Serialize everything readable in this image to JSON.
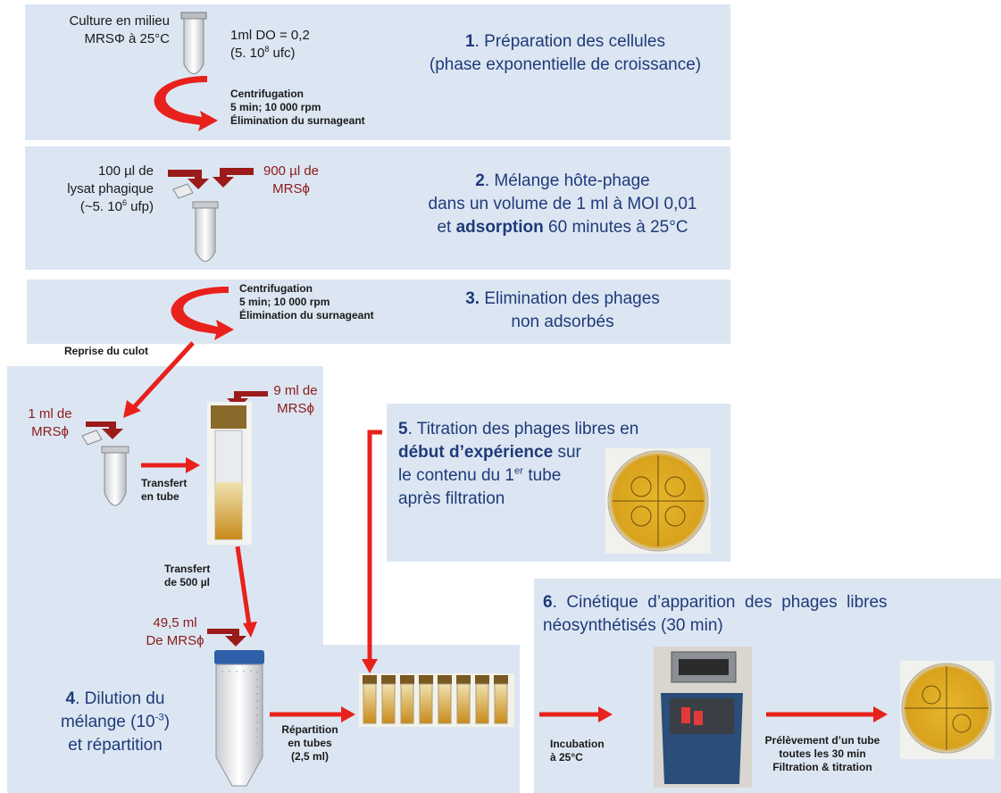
{
  "step1": {
    "culture_line1": "Culture en milieu",
    "culture_line2": "MRSΦ à 25°C",
    "sample_line1": "1ml DO = 0,2",
    "sample_line2_pre": "(5. 10",
    "sample_line2_exp": "8",
    "sample_line2_post": " ufc)",
    "title_num": "1",
    "title_text": ". Préparation des cellules",
    "subtitle": "(phase exponentielle de croissance)",
    "centri_line1": "Centrifugation",
    "centri_line2": "5 min; 10 000 rpm",
    "centri_line3": "Élimination du surnageant"
  },
  "step2": {
    "lysat_line1": "100 µl de",
    "lysat_line2": "lysat phagique",
    "lysat_line3_pre": "(~5. 10",
    "lysat_line3_exp": "6",
    "lysat_line3_post": " ufp)",
    "mrs_line1": "900 µl de",
    "mrs_line2": "MRSϕ",
    "title_num": "2",
    "title_text": ". Mélange hôte-phage",
    "line2": "dans un volume de 1 ml à MOI 0,01",
    "line3_pre": "et ",
    "line3_highlight": "adsorption",
    "line3_post": " 60 minutes à 25°C"
  },
  "step3": {
    "centri_line1": "Centrifugation",
    "centri_line2": "5 min; 10 000 rpm",
    "centri_line3": "Élimination du surnageant",
    "title_num": "3.",
    "title_text": " Elimination des phages",
    "line2": "non adsorbés",
    "reprise": "Reprise du culot"
  },
  "step4": {
    "mrs1_line1": "1 ml de",
    "mrs1_line2": "MRSϕ",
    "mrs9_line1": "9 ml de",
    "mrs9_line2": "MRSϕ",
    "transfert_tube_line1": "Transfert",
    "transfert_tube_line2": "en tube",
    "transfert500_line1": "Transfert",
    "transfert500_line2": "de 500 µl",
    "mrs49_line1": "49,5 ml",
    "mrs49_line2": "De MRSϕ",
    "title_num": "4",
    "title_text": ". Dilution du",
    "line2_pre": "mélange (10",
    "line2_exp": "-3",
    "line2_post": ")",
    "line3": "et répartition",
    "repartition_line1": "Répartition",
    "repartition_line2": "en tubes",
    "repartition_line3": "(2,5 ml)"
  },
  "step5": {
    "title_num": "5",
    "title_text": ". Titration des phages libres en",
    "line2_pre": "début d’expérience",
    "line2_post": " sur",
    "line3_pre": "le contenu du 1",
    "line3_exp": "er",
    "line3_post": " tube",
    "line4": "après filtration"
  },
  "step6": {
    "title_num": "6",
    "title_text": ".  Cinétique  d’apparition  des  phages  libres",
    "line2": "néosynthétisés (30 min)",
    "incubation_line1": "Incubation",
    "incubation_line2": "à 25°C",
    "prelev_line1": "Prélèvement d’un tube",
    "prelev_line2": "toutes les 30 min",
    "prelev_line3": "Filtration & titration"
  },
  "colors": {
    "panel": "#dce6f2",
    "arrow_red": "#e8211c",
    "label_red": "#8b1a1a",
    "title_navy": "#1f3a7a",
    "dark_arrow": "#9b1b1b"
  }
}
